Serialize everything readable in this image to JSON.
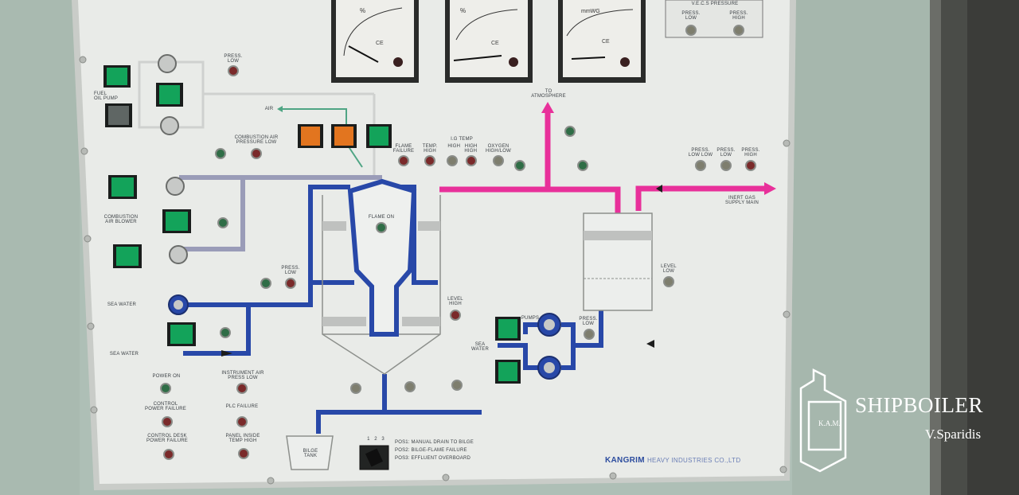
{
  "watermark": {
    "title": "SHIPBOILER",
    "author": "V.Sparidis",
    "logo_text": "K.A.M."
  },
  "panel": {
    "manufacturer": "KANGRIM",
    "manufacturer_rest": "HEAVY INDUSTRIES CO.,LTD",
    "gauge_units": [
      "%",
      "%",
      "mmWG"
    ],
    "gauge_label": "CE",
    "labels": {
      "vecs": "V.E.C.S PRESSURE",
      "press_low": "PRESS.\nLOW",
      "press_high": "PRESS.\nHIGH",
      "fuel_oil_pump": "FUEL\nOIL PUMP",
      "air": "AIR",
      "combustion_air": "COMBUSTION AIR\nPRESSURE LOW",
      "flame_failure": "FLAME\nFAILURE",
      "temp_high": "TEMP.\nHIGH",
      "ig_temp": "I.G TEMP",
      "high_high": "HIGH   HIGH\n           HIGH",
      "oxygen": "OXYGEN\nHIGH/LOW",
      "to_atmosphere": "TO\nATMOSPHERE",
      "press_low_low": "PRESS.\nLOW LOW",
      "inert_gas": "INERT GAS\nSUPPLY MAIN",
      "combustion_blower": "COMBUSTION\nAIR BLOWER",
      "flame_on": "FLAME ON",
      "level_high": "LEVEL\nHIGH",
      "level_low": "LEVEL\nLOW",
      "sea_water_1": "SEA WATER",
      "sea_water_2": "SEA WATER",
      "sea_water_3": "SEA\nWATER",
      "pumps": "PUMPS",
      "power_on": "POWER ON",
      "control_power": "CONTROL\nPOWER FAILURE",
      "instrument_air": "INSTRUMENT AIR\nPRESS LOW",
      "plc_failure": "PLC FAILURE",
      "control_desk": "CONTROL DESK\nPOWER FAILURE",
      "panel_inside": "PANEL INSIDE\nTEMP HIGH",
      "bilge_tank": "BILGE\nTANK",
      "switch_positions": "1   2   3",
      "pos1": "POS1: MANUAL DRAIN TO BILGE",
      "pos2": "POS2: BILGE-FLAME FAILURE",
      "pos3": "POS3: EFFLUENT OVERBOARD"
    }
  },
  "colors": {
    "wall": "#aebfb6",
    "panel": "#e9ebe8",
    "air_line": "#9a9cb8",
    "water_line": "#2848a8",
    "gas_line": "#e8309a",
    "green_button": "#13a35a",
    "orange_button": "#e2751f",
    "lamp_red": "#7a2a2a",
    "lamp_green": "#2f6d46"
  }
}
